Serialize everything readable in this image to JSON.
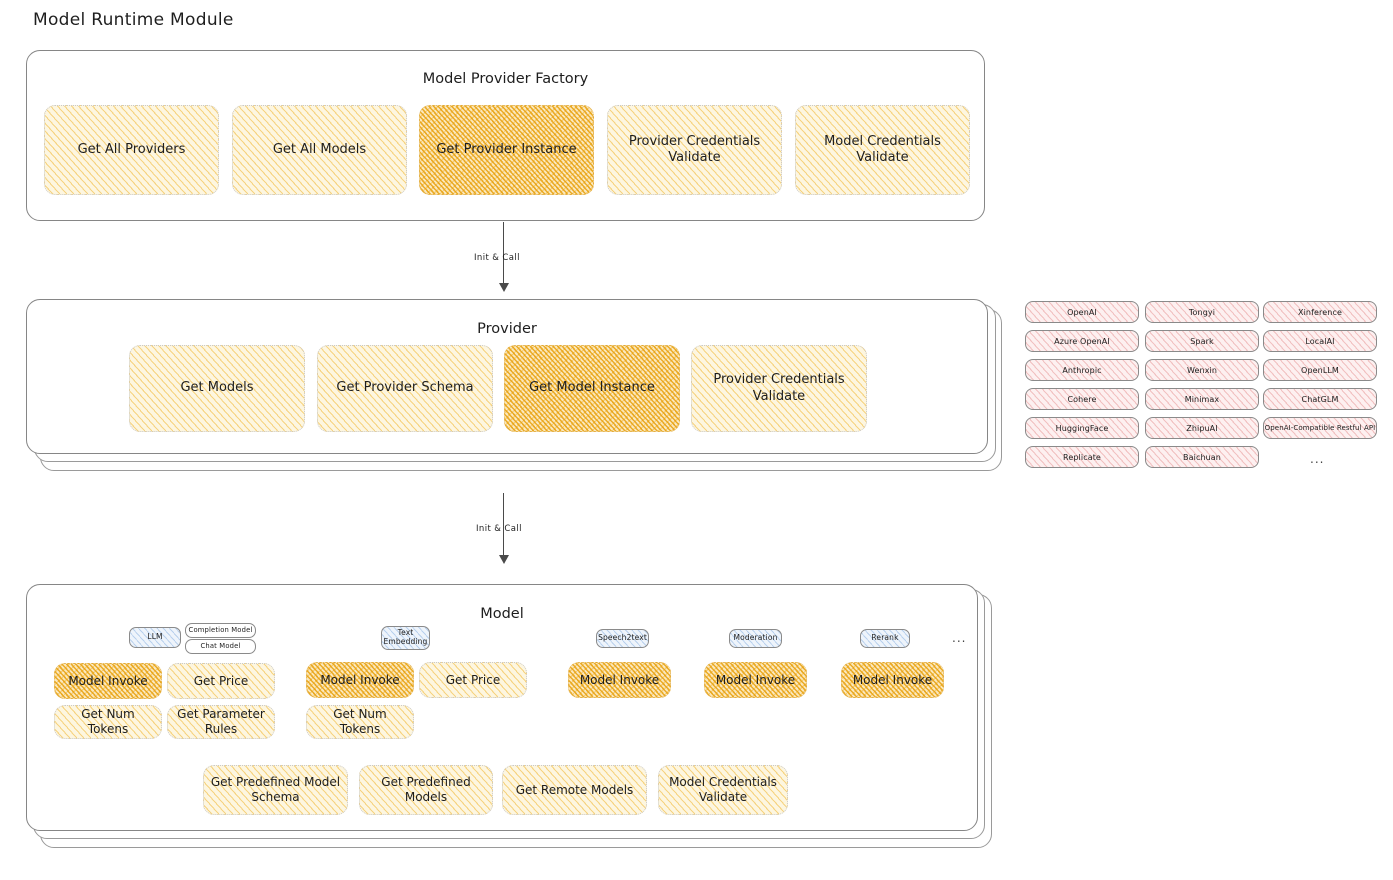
{
  "page": {
    "title": "Model Runtime Module"
  },
  "factory": {
    "title": "Model Provider Factory",
    "methods": [
      {
        "label": "Get All Providers",
        "highlight": false
      },
      {
        "label": "Get All Models",
        "highlight": false
      },
      {
        "label": "Get Provider Instance",
        "highlight": true
      },
      {
        "label": "Provider Credentials Validate",
        "highlight": false
      },
      {
        "label": "Model Credentials Validate",
        "highlight": false
      }
    ]
  },
  "connectors": [
    {
      "label": "Init & Call"
    },
    {
      "label": "Init & Call"
    }
  ],
  "provider": {
    "title": "Provider",
    "methods": [
      {
        "label": "Get Models",
        "highlight": false
      },
      {
        "label": "Get Provider Schema",
        "highlight": false
      },
      {
        "label": "Get Model Instance",
        "highlight": true
      },
      {
        "label": "Provider Credentials Validate",
        "highlight": false
      }
    ]
  },
  "provider_list": {
    "columns": [
      [
        "OpenAI",
        "Azure OpenAI",
        "Anthropic",
        "Cohere",
        "HuggingFace",
        "Replicate"
      ],
      [
        "Tongyi",
        "Spark",
        "Wenxin",
        "Minimax",
        "ZhipuAI",
        "Baichuan"
      ],
      [
        "Xinference",
        "LocalAI",
        "OpenLLM",
        "ChatGLM",
        "OpenAI-Compatible Restful API"
      ]
    ],
    "more": "..."
  },
  "model": {
    "title": "Model",
    "more": "...",
    "types": [
      {
        "name": "LLM",
        "subtypes": [
          "Completion Model",
          "Chat Model"
        ],
        "methods": [
          {
            "label": "Model Invoke",
            "highlight": true
          },
          {
            "label": "Get Price",
            "highlight": false
          },
          {
            "label": "Get Num Tokens",
            "highlight": false
          },
          {
            "label": "Get Parameter Rules",
            "highlight": false
          }
        ]
      },
      {
        "name": "Text Embedding",
        "subtypes": [],
        "methods": [
          {
            "label": "Model Invoke",
            "highlight": true
          },
          {
            "label": "Get Price",
            "highlight": false
          },
          {
            "label": "Get Num Tokens",
            "highlight": false
          }
        ]
      },
      {
        "name": "Speech2text",
        "subtypes": [],
        "methods": [
          {
            "label": "Model Invoke",
            "highlight": true
          }
        ]
      },
      {
        "name": "Moderation",
        "subtypes": [],
        "methods": [
          {
            "label": "Model Invoke",
            "highlight": true
          }
        ]
      },
      {
        "name": "Rerank",
        "subtypes": [],
        "methods": [
          {
            "label": "Model Invoke",
            "highlight": true
          }
        ]
      }
    ],
    "common_methods": [
      "Get Predefined Model Schema",
      "Get Predefined Models",
      "Get Remote Models",
      "Model Credentials Validate"
    ]
  },
  "colors": {
    "highlight_fill": "#f0b229",
    "light_fill": "#fdf6e0",
    "provider_chip": "#fdf0f0",
    "type_badge": "#eef4fb",
    "stroke": "#868686"
  }
}
